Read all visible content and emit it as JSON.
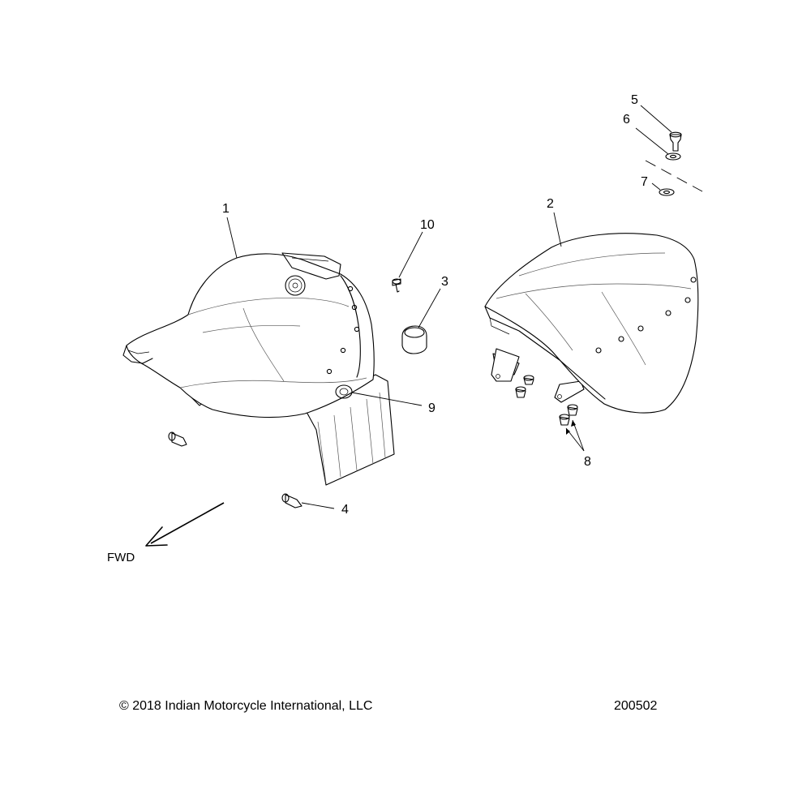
{
  "diagram": {
    "callouts": {
      "c1": "1",
      "c2": "2",
      "c3": "3",
      "c4": "4",
      "c5": "5",
      "c6": "6",
      "c7": "7",
      "c8": "8",
      "c9": "9",
      "c10": "10"
    },
    "direction_label": "FWD"
  },
  "footer": {
    "copyright": "© 2018 Indian Motorcycle International, LLC",
    "diagram_number": "200502"
  }
}
